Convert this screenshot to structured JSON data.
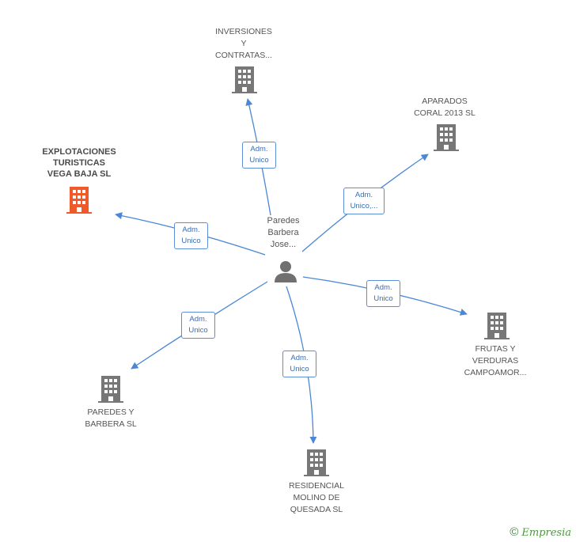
{
  "center": {
    "label": "Paredes\nBarbera\nJose..."
  },
  "nodes": [
    {
      "id": "inversiones",
      "label": "INVERSIONES\nY\nCONTRATAS...",
      "highlight": false
    },
    {
      "id": "aparados",
      "label": "APARADOS\nCORAL 2013 SL",
      "highlight": false
    },
    {
      "id": "explotaciones",
      "label": "EXPLOTACIONES\nTURISTICAS\nVEGA BAJA SL",
      "highlight": true
    },
    {
      "id": "frutas",
      "label": "FRUTAS Y\nVERDURAS\nCAMPOAMOR...",
      "highlight": false
    },
    {
      "id": "paredes",
      "label": "PAREDES Y\nBARBERA SL",
      "highlight": false
    },
    {
      "id": "residencial",
      "label": "RESIDENCIAL\nMOLINO DE\nQUESADA SL",
      "highlight": false
    }
  ],
  "edges": [
    {
      "to": "inversiones",
      "label": "Adm.\nUnico"
    },
    {
      "to": "aparados",
      "label": "Adm.\nUnico,..."
    },
    {
      "to": "explotaciones",
      "label": "Adm.\nUnico"
    },
    {
      "to": "frutas",
      "label": "Adm.\nUnico"
    },
    {
      "to": "paredes",
      "label": "Adm.\nUnico"
    },
    {
      "to": "residencial",
      "label": "Adm.\nUnico"
    }
  ],
  "colors": {
    "edge": "#4a87d6",
    "building": "#777777",
    "building_highlight": "#ee5a2a",
    "person": "#707070"
  },
  "footer": {
    "copyright": "©",
    "brand": "Empresia"
  }
}
